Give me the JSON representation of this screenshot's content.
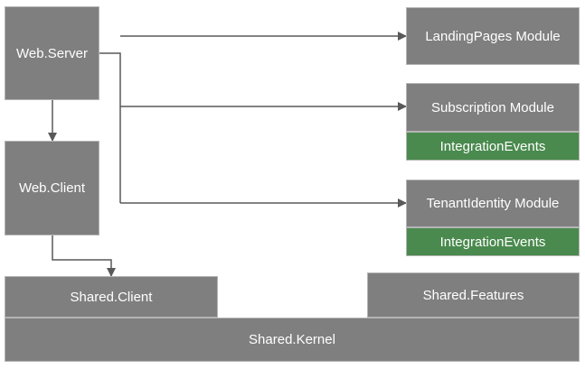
{
  "nodes": {
    "web_server": "Web.Server",
    "web_client": "Web.Client",
    "landing_pages": "LandingPages Module",
    "subscription": "Subscription Module",
    "subscription_events": "IntegrationEvents",
    "tenant_identity": "TenantIdentity Module",
    "tenant_identity_events": "IntegrationEvents",
    "shared_client": "Shared.Client",
    "shared_features": "Shared.Features",
    "shared_kernel": "Shared.Kernel"
  },
  "colors": {
    "box": "#7f7f7f",
    "events": "#4a8a4e",
    "connector": "#595959",
    "text": "#ffffff"
  }
}
